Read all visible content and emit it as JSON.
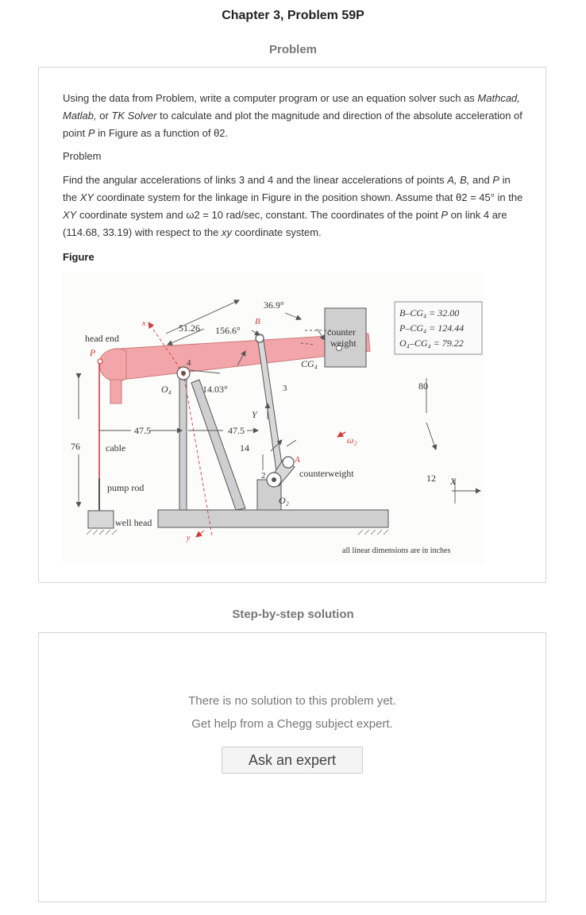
{
  "header": {
    "chapter_title": "Chapter 3, Problem 59P",
    "problem_section_label": "Problem",
    "solution_section_label": "Step-by-step solution"
  },
  "problem": {
    "intro": {
      "t1": "Using the data from Problem, write a computer program or use an equation solver such as ",
      "t2": "Mathcad, Matlab,",
      "t3": " or ",
      "t4": "TK Solver",
      "t5": " to calculate and plot the magnitude and direction of the absolute acceleration of point ",
      "t6": "P",
      "t7": " in Figure as a function of θ2."
    },
    "sub_label": "Problem",
    "body": {
      "t1": "Find the angular accelerations of links 3 and 4 and the linear accelerations of points ",
      "t2": "A, B,",
      "t3": " and ",
      "t4": "P",
      "t5": " in the ",
      "t6": "XY",
      "t7": " coordinate system for the linkage in Figure in the position shown. Assume that θ2 = 45° in the ",
      "t8": "XY",
      "t9": " coordinate system and ω2 = 10 rad/sec, constant. The coordinates of the point ",
      "t10": "P",
      "t11": " on link 4 are (114.68, 33.19) with respect to the ",
      "t12": "xy",
      "t13": " coordinate system."
    },
    "figure_label": "Figure"
  },
  "figure": {
    "labels": {
      "head_end": "head end",
      "cable": "cable",
      "pump_rod": "pump rod",
      "well_head": "well head",
      "counter_weight_1": "counter",
      "counter_weight_2": "weight",
      "counterweight": "counterweight",
      "cg4": "CG₄",
      "o4": "O₄",
      "o2": "O₂",
      "omega2": "ω₂",
      "point_a": "A",
      "point_b": "B",
      "point_p": "P",
      "link_2": "2",
      "link_3": "3",
      "link_4": "4",
      "axis_x_small": "x",
      "axis_y_small": "y",
      "axis_x_big": "X",
      "axis_y_big": "Y",
      "footnote": "all linear dimensions are in inches"
    },
    "dimensions": {
      "d51_26": "51.26",
      "d156_6": "156.6°",
      "d36_9": "36.9°",
      "d14_03": "14.03°",
      "d47_5_left": "47.5",
      "d47_5_right": "47.5",
      "d14": "14",
      "d76": "76",
      "d80": "80",
      "d12": "12"
    },
    "info_box": {
      "line1": "B–CG₄ = 32.00",
      "line2": "P–CG₄ = 124.44",
      "line3": "O₄–CG₄ = 79.22"
    },
    "colors": {
      "beam": "#f3a6aa",
      "frame": "#c9c9c9",
      "counterweight": "#cfcfcf",
      "dimension_arrows": "#555555",
      "accent_arrow": "#d23c3c"
    }
  },
  "solution": {
    "empty_line1": "There is no solution to this problem yet.",
    "empty_line2": "Get help from a Chegg subject expert.",
    "ask_button": "Ask an expert"
  }
}
